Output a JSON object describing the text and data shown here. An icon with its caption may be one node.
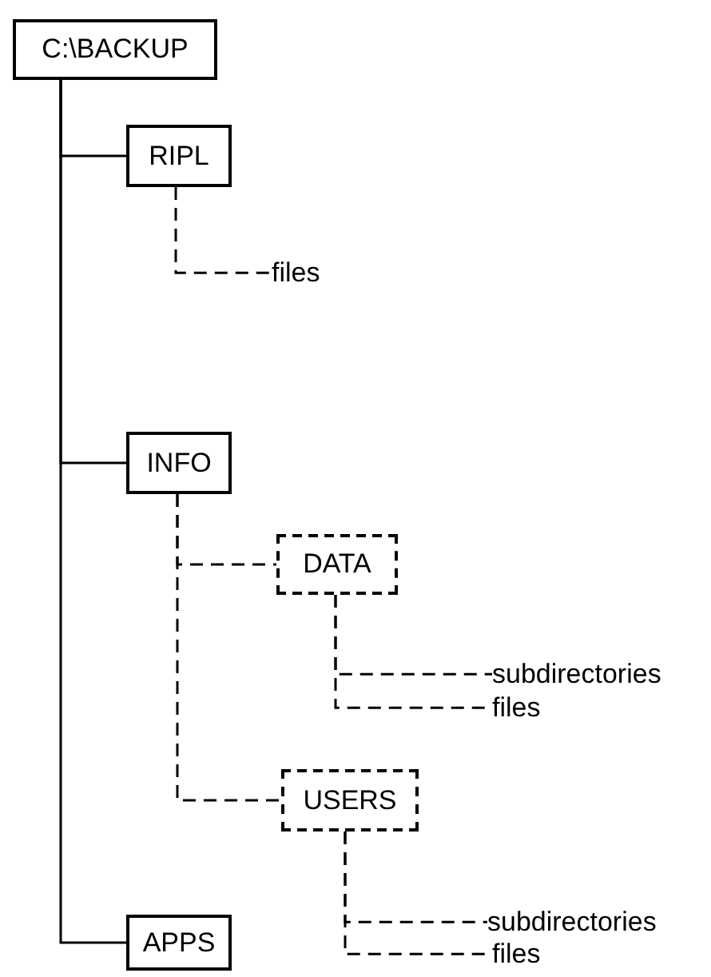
{
  "diagram": {
    "nodes": [
      {
        "text": [
          "C:\\BACKUP"
        ]
      },
      {
        "text": [
          "RIPL"
        ]
      },
      {
        "text": [
          "files"
        ]
      },
      {
        "text": [
          "INFO"
        ]
      },
      {
        "text": [
          "DATA"
        ]
      },
      {
        "text": [
          "subdirectories"
        ]
      },
      {
        "text": [
          "files"
        ]
      },
      {
        "text": [
          "USERS"
        ]
      },
      {
        "text": [
          "subdirectories"
        ]
      },
      {
        "text": [
          "files"
        ]
      },
      {
        "text": [
          "APPS"
        ]
      }
    ],
    "edges": [
      {
        "from": 0,
        "to": 1,
        "arrow": "none"
      },
      {
        "from": 0,
        "to": 3,
        "arrow": "none"
      },
      {
        "from": 0,
        "to": 10,
        "arrow": "none"
      },
      {
        "from": 1,
        "to": 2,
        "arrow": "none",
        "style": "dashed"
      },
      {
        "from": 3,
        "to": 4,
        "arrow": "none",
        "style": "dashed"
      },
      {
        "from": 3,
        "to": 7,
        "arrow": "none",
        "style": "dashed"
      },
      {
        "from": 4,
        "to": 5,
        "arrow": "none",
        "style": "dashed"
      },
      {
        "from": 4,
        "to": 6,
        "arrow": "none",
        "style": "dashed"
      },
      {
        "from": 7,
        "to": 8,
        "arrow": "none",
        "style": "dashed"
      },
      {
        "from": 7,
        "to": 9,
        "arrow": "none",
        "style": "dashed"
      }
    ]
  }
}
